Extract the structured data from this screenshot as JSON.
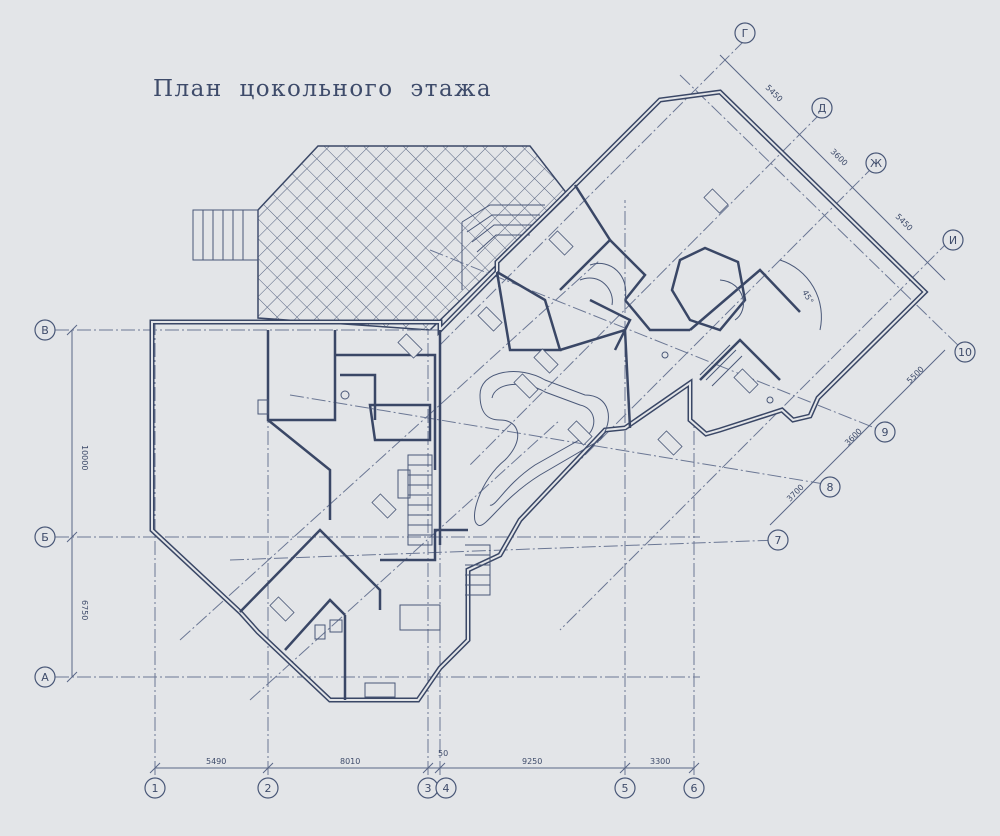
{
  "title": "План цокольного этажа",
  "axes": {
    "bottom": [
      "1",
      "2",
      "3",
      "4",
      "5",
      "6"
    ],
    "left": [
      "В",
      "Б",
      "А"
    ],
    "diag_top": [
      "Г",
      "Д",
      "Ж",
      "И"
    ],
    "diag_right": [
      "10",
      "9",
      "8",
      "7"
    ]
  },
  "dimensions": {
    "bottom": [
      "5490",
      "8010",
      "9250",
      "3300"
    ],
    "bottom_small": "50",
    "left": [
      "10000",
      "6750"
    ],
    "diag_top": [
      "5450",
      "3600",
      "5450"
    ],
    "diag_right": [
      "5500",
      "3600",
      "3700"
    ]
  },
  "angle_label": "45°"
}
